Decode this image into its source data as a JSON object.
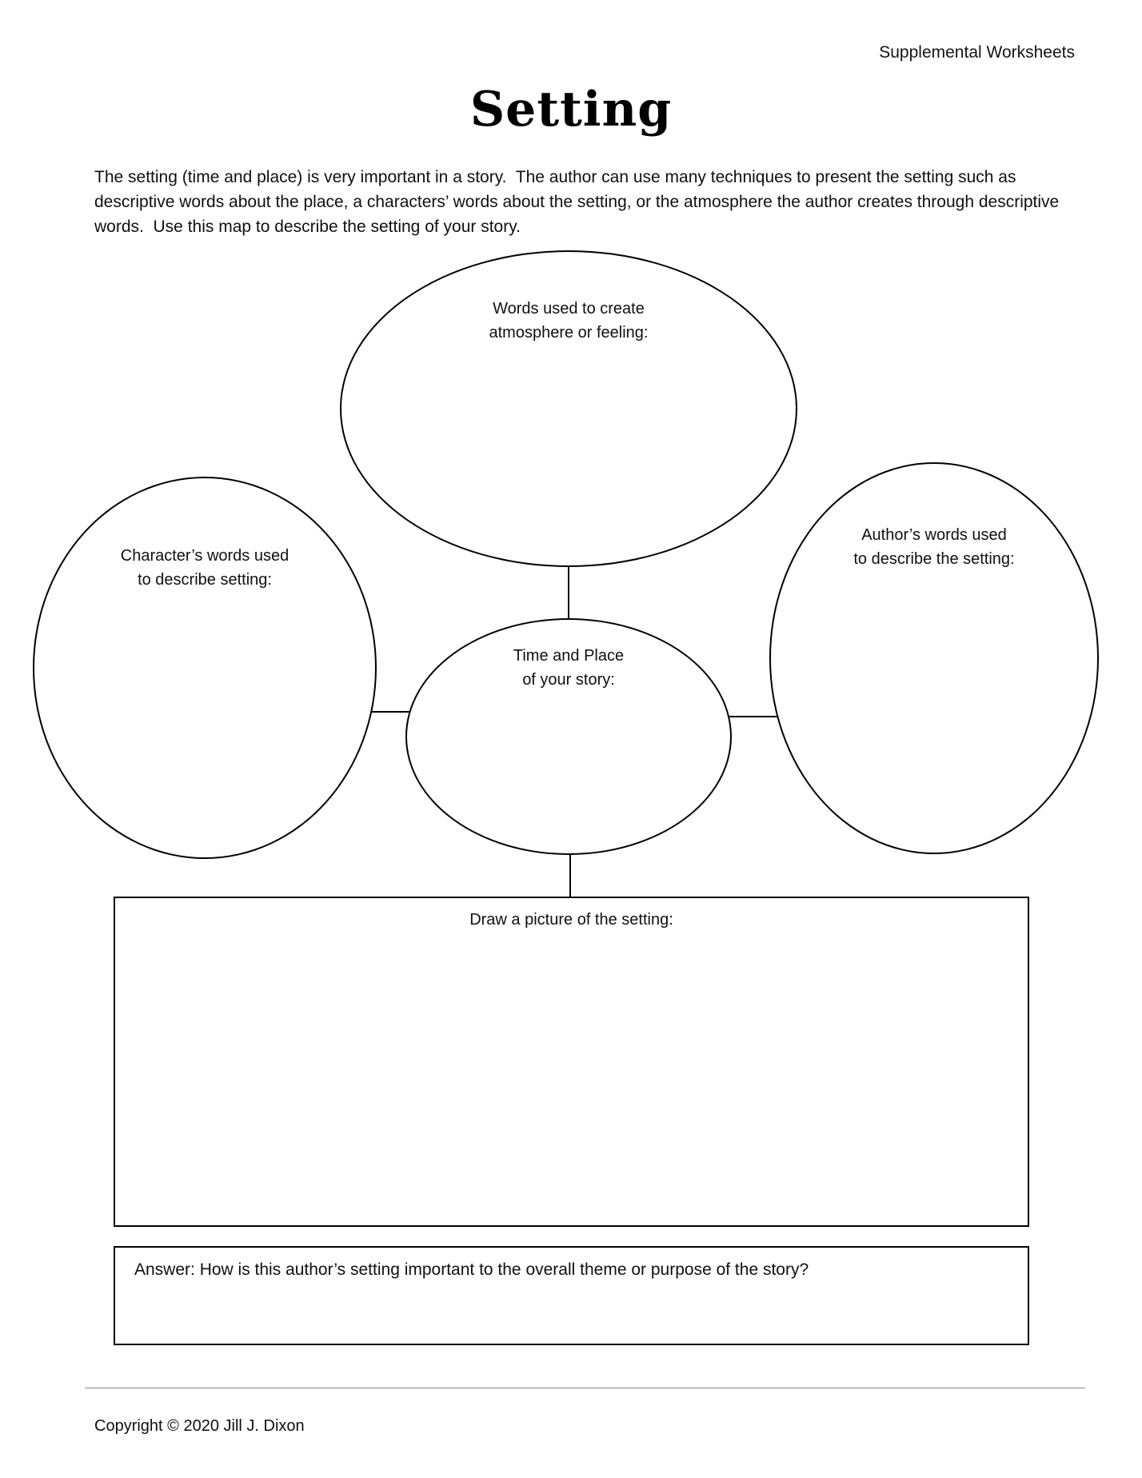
{
  "header": {
    "corner_label": "Supplemental Worksheets",
    "title": "Setting"
  },
  "intro_text": "The setting (time and place) is very important in a story.  The author can use many techniques to present the setting such as descriptive words about the place, a characters’ words about the setting, or the atmosphere the author creates through descriptive words.  Use this map to describe the setting of your story.",
  "diagram": {
    "atmosphere_bubble_label": "Words used to create\natmosphere or feeling:",
    "character_bubble_label": "Character’s words used\nto describe setting:",
    "author_bubble_label": "Author’s words used\nto describe the setting:",
    "time_place_bubble_label": "Time and Place\nof your story:"
  },
  "picture_box": {
    "label": "Draw a picture of the setting:"
  },
  "answer_box": {
    "label": "Answer: How is this author’s setting important to the overall theme or purpose of the story?"
  },
  "footer": {
    "copyright": "Copyright © 2020 Jill J. Dixon"
  }
}
